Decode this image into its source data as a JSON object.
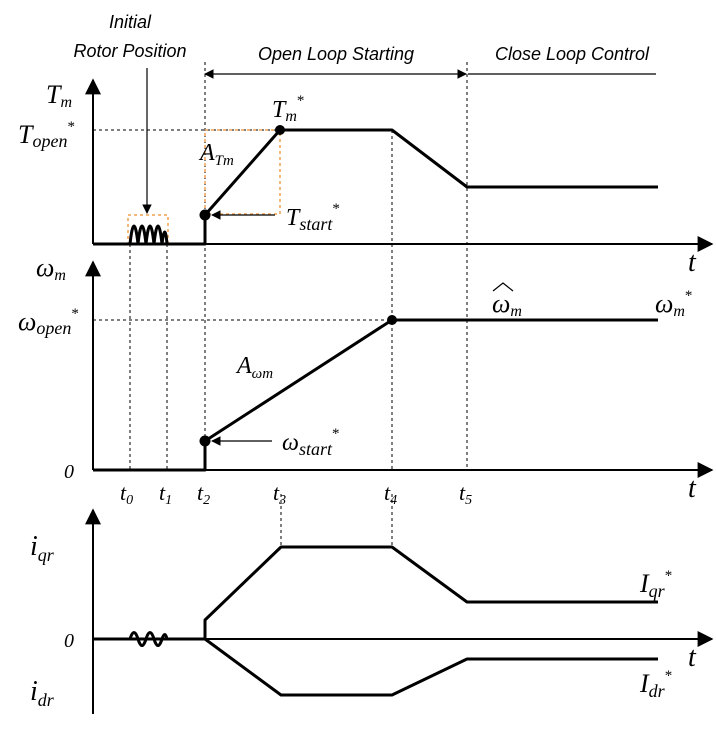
{
  "annotations": {
    "initial_line1": "Initial",
    "initial_line2": "Rotor Position",
    "open_loop": "Open Loop Starting",
    "close_loop": "Close Loop Control"
  },
  "torque_panel": {
    "y_label_main": "T",
    "y_label_sub": "m",
    "open_main": "T",
    "open_sub": "open",
    "open_sup": "*",
    "ref_main": "T",
    "ref_sub": "m",
    "ref_sup": "*",
    "slope_main": "A",
    "slope_sub": "Tm",
    "start_main": "T",
    "start_sub": "start",
    "start_sup": "*",
    "t_axis": "t"
  },
  "speed_panel": {
    "y_label_main": "ω",
    "y_label_sub": "m",
    "open_main": "ω",
    "open_sub": "open",
    "open_sup": "*",
    "zero": "0",
    "slope_main": "A",
    "slope_sub": "ωm",
    "start_main": "ω",
    "start_sub": "start",
    "start_sup": "*",
    "est_main": "ω",
    "est_sub": "m",
    "ref_main": "ω",
    "ref_sub": "m",
    "ref_sup": "*",
    "t_axis": "t"
  },
  "time_ticks": [
    {
      "main": "t",
      "sub": "0"
    },
    {
      "main": "t",
      "sub": "1"
    },
    {
      "main": "t",
      "sub": "2"
    },
    {
      "main": "t",
      "sub": "3"
    },
    {
      "main": "t",
      "sub": "4"
    },
    {
      "main": "t",
      "sub": "5"
    }
  ],
  "current_panel": {
    "iq_main": "i",
    "iq_sub": "qr",
    "zero": "0",
    "id_main": "i",
    "id_sub": "dr",
    "Iq_main": "I",
    "Iq_sub": "qr",
    "Iq_sup": "*",
    "Id_main": "I",
    "Id_sub": "dr",
    "Id_sup": "*",
    "t_axis": "t"
  },
  "colors": {
    "line": "#000000",
    "highlight": "#f0a050"
  }
}
